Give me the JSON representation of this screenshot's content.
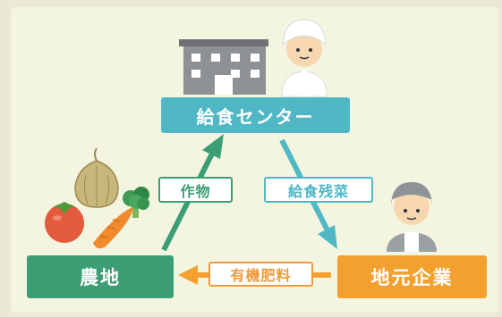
{
  "nodes": {
    "center": "給食センター",
    "farm": "農地",
    "local_company": "地元企業"
  },
  "flows": {
    "crops": "作物",
    "leftovers": "給食残菜",
    "fertilizer": "有機肥料"
  },
  "colors": {
    "center": "#4fb8c4",
    "farm": "#3c9e74",
    "local_company": "#f3a02f",
    "background": "#f4f5e1"
  },
  "icons": [
    "building-icon",
    "chef-icon",
    "worker-icon",
    "onion-icon",
    "tomato-icon",
    "carrot-icon",
    "broccoli-icon"
  ]
}
